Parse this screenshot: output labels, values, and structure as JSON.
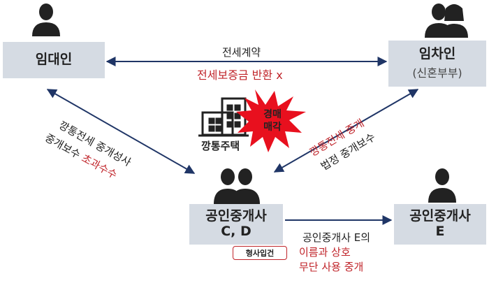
{
  "landlord": {
    "label": "임대인"
  },
  "tenant": {
    "label": "임차인",
    "sub": "(신혼부부)"
  },
  "agent_cd": {
    "label": "공인중개사",
    "sub": "C, D"
  },
  "agent_e": {
    "label": "공인중개사",
    "sub": "E"
  },
  "top_arrow": {
    "line1": "전세계약",
    "line2": "전세보증금 반환 x"
  },
  "left_arrow": {
    "line1": "깡통전세 중개성사",
    "line2a": "중개보수 ",
    "line2b": "초과수수"
  },
  "right_arrow": {
    "line1": "깡통전세 중개",
    "line2": "법정 중개보수"
  },
  "house": {
    "label": "깡통주택"
  },
  "auction": {
    "label": "경매\n매각"
  },
  "bottom_arrow": {
    "line1": "공인중개사 E의",
    "line2": "이름과 상호",
    "line3": "무단 사용 중개"
  },
  "badge": {
    "label": "형사입건"
  },
  "colors": {
    "box": "#d5dbe3",
    "red": "#c0242a",
    "arrow": "#1f3566",
    "burst": "#e8101e"
  }
}
